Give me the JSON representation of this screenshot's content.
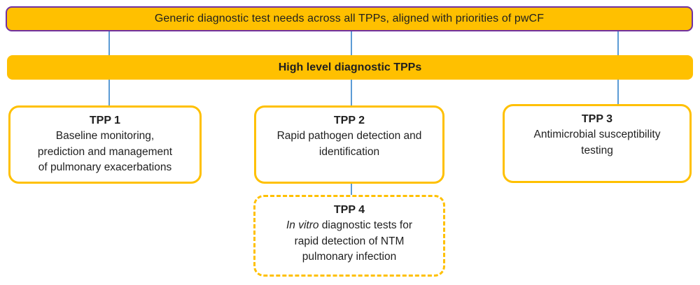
{
  "banner": {
    "label": "Generic diagnostic test needs across all TPPs, aligned with priorities of pwCF"
  },
  "bar": {
    "label": "High level diagnostic TPPs"
  },
  "tpps": [
    {
      "title": "TPP 1",
      "lines": [
        "Baseline monitoring,",
        "prediction and management",
        "of pulmonary exacerbations"
      ]
    },
    {
      "title": "TPP 2",
      "lines": [
        "Rapid pathogen detection and",
        "identification"
      ]
    },
    {
      "title": "TPP 3",
      "lines": [
        "Antimicrobial susceptibility",
        "testing"
      ]
    },
    {
      "title": "TPP 4",
      "italic_lead": "In vitro",
      "lead_rest": " diagnostic tests for",
      "lines": [
        "rapid detection of NTM",
        "pulmonary infection"
      ]
    }
  ],
  "colors": {
    "gold": "#FFC000",
    "banner_border_purple": "#7030A0",
    "connector_blue": "#5B9BD5",
    "text": "#1F1F1F",
    "box_background": "#FFFFFF"
  }
}
